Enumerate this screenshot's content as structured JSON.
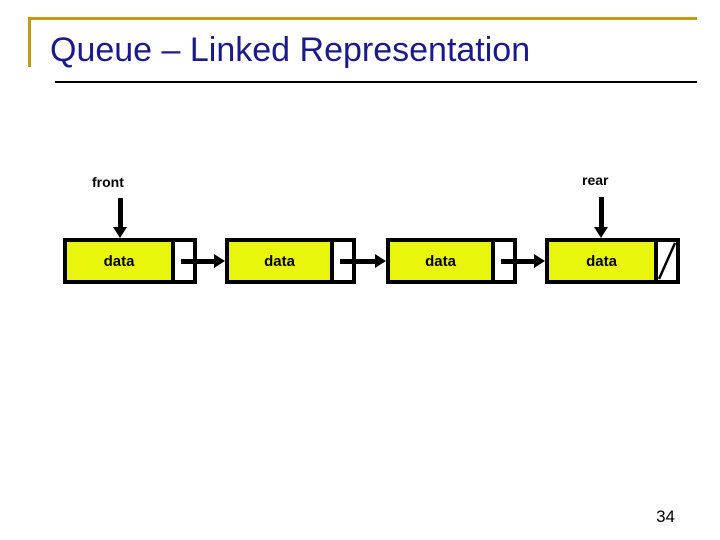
{
  "slide": {
    "title": "Queue – Linked Representation",
    "number": "34",
    "accent_color": "#c39a10",
    "title_color": "#1a1a8c",
    "node_fill_color": "#eaf50c",
    "line_color": "#000000"
  },
  "diagram": {
    "type": "linked-list",
    "pointer_labels": [
      {
        "name": "front",
        "text": "front",
        "target_node": 0
      },
      {
        "name": "rear",
        "text": "rear",
        "target_node": 3
      }
    ],
    "nodes": [
      {
        "data_label": "data",
        "next": "node-2"
      },
      {
        "data_label": "data",
        "next": "node-3"
      },
      {
        "data_label": "data",
        "next": "node-4"
      },
      {
        "data_label": "data",
        "next": "null"
      }
    ]
  }
}
